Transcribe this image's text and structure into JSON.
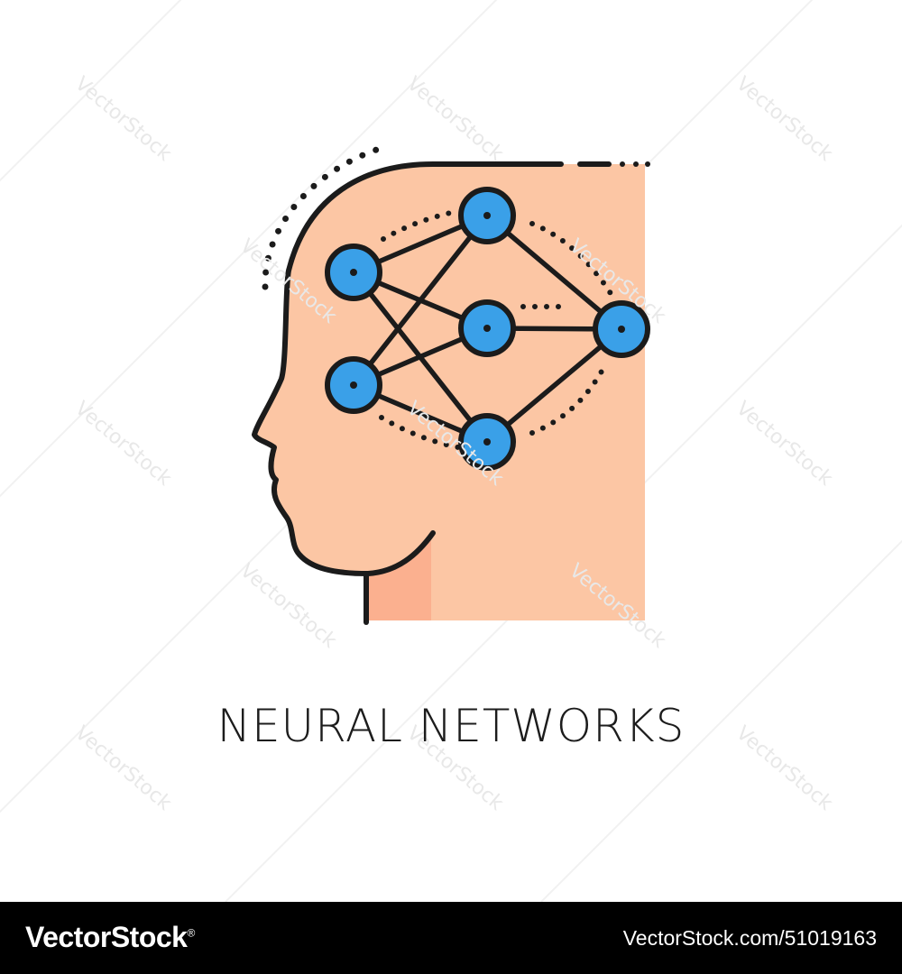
{
  "illustration": {
    "caption": "NEURAL NETWORKS",
    "icon": "head-with-neural-network-icon",
    "colors": {
      "skin": "#FCC6A4",
      "neck_shadow": "#FBB08F",
      "node_fill": "#3AA0E8",
      "outline": "#1B1B1B"
    }
  },
  "watermark": {
    "text": "VectorStock"
  },
  "footer": {
    "brand": "VectorStock",
    "brand_mark": "®",
    "image_url": "VectorStock.com/51019163"
  }
}
